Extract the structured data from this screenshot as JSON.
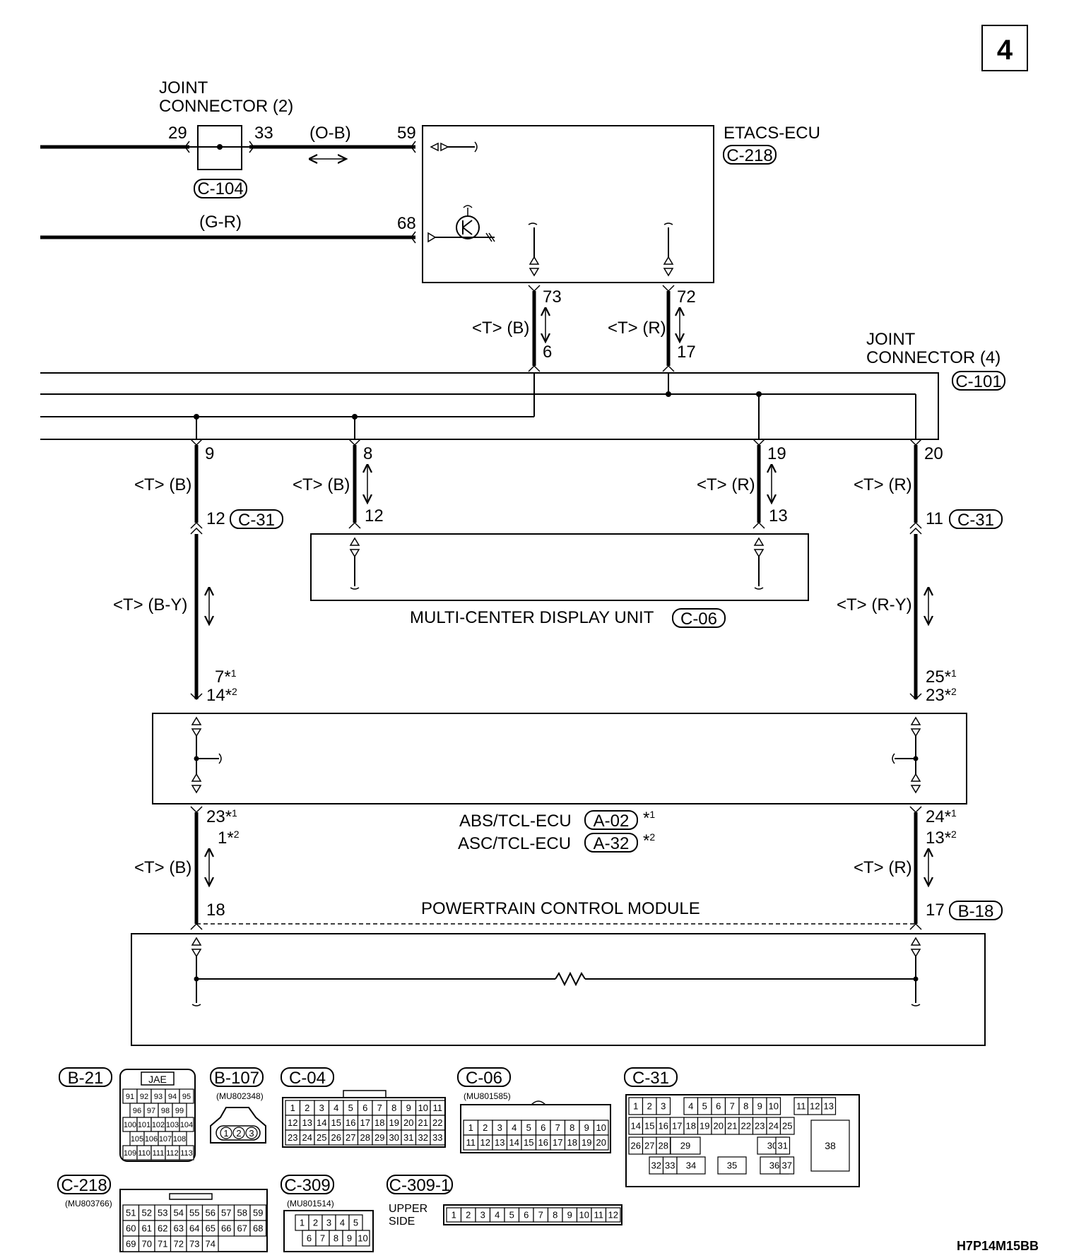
{
  "page_number": "4",
  "figure_code": "H7P14M15BB",
  "joint_connector_2": {
    "label_line1": "JOINT",
    "label_line2": "CONNECTOR (2)",
    "code": "C-104",
    "pin_left": "29",
    "pin_right": "33"
  },
  "joint_connector_4": {
    "label_line1": "JOINT",
    "label_line2": "CONNECTOR (4)",
    "code": "C-101"
  },
  "etacs": {
    "label": "ETACS-ECU",
    "code": "C-218",
    "pin_59": "59",
    "pin_68": "68",
    "pin_73": "73",
    "pin_72": "72"
  },
  "wire_colors": {
    "ob": "(O-B)",
    "gr": "(G-R)",
    "tb": "<T> (B)",
    "tr": "<T> (R)",
    "tby": "<T> (B-Y)",
    "try": "<T> (R-Y)"
  },
  "pins": {
    "p6": "6",
    "p17": "17",
    "p9": "9",
    "p8": "8",
    "p19": "19",
    "p20": "20",
    "p12a": "12",
    "p12b": "12",
    "p13": "13",
    "p11": "11",
    "p7": "7",
    "p14": "14",
    "p25": "25",
    "p23": "23",
    "p23b": "23",
    "p1": "1",
    "p24": "24",
    "p13b": "13",
    "p18": "18",
    "p17b": "17"
  },
  "marks": {
    "star": "*",
    "one": "1",
    "two": "2"
  },
  "c31": "C-31",
  "mcdu": {
    "label": "MULTI-CENTER DISPLAY UNIT",
    "code": "C-06"
  },
  "abs": {
    "label": "ABS/TCL-ECU",
    "code": "A-02"
  },
  "asc": {
    "label": "ASC/TCL-ECU",
    "code": "A-32"
  },
  "pcm": {
    "label": "POWERTRAIN CONTROL MODULE",
    "code": "B-18"
  },
  "connectors": {
    "b21": {
      "code": "B-21",
      "maker": "JAE",
      "rows": [
        [
          "91",
          "92",
          "93",
          "94",
          "95"
        ],
        [
          "96",
          "97",
          "98",
          "99"
        ],
        [
          "100",
          "101",
          "102",
          "103",
          "104"
        ],
        [
          "105",
          "106",
          "107",
          "108"
        ],
        [
          "109",
          "110",
          "111",
          "112",
          "113"
        ]
      ]
    },
    "b107": {
      "code": "B-107",
      "part": "(MU802348)",
      "pins": [
        "1",
        "2",
        "3"
      ]
    },
    "c04": {
      "code": "C-04",
      "rows": [
        [
          "1",
          "2",
          "3",
          "4",
          "5",
          "6",
          "7",
          "8",
          "9",
          "10",
          "11"
        ],
        [
          "12",
          "13",
          "14",
          "15",
          "16",
          "17",
          "18",
          "19",
          "20",
          "21",
          "22"
        ],
        [
          "23",
          "24",
          "25",
          "26",
          "27",
          "28",
          "29",
          "30",
          "31",
          "32",
          "33"
        ]
      ]
    },
    "c06": {
      "code": "C-06",
      "part": "(MU801585)",
      "rows": [
        [
          "1",
          "2",
          "3",
          "4",
          "5",
          "6",
          "7",
          "8",
          "9",
          "10"
        ],
        [
          "11",
          "12",
          "13",
          "14",
          "15",
          "16",
          "17",
          "18",
          "19",
          "20"
        ]
      ]
    },
    "c31": {
      "code": "C-31",
      "row1": [
        "1",
        "2",
        "3",
        "4",
        "5",
        "6",
        "7",
        "8",
        "9",
        "10",
        "11",
        "12",
        "13"
      ],
      "row2": [
        "14",
        "15",
        "16",
        "17",
        "18",
        "19",
        "20",
        "21",
        "22",
        "23",
        "24",
        "25"
      ],
      "row3": [
        "26",
        "27",
        "28",
        "29",
        "30",
        "31"
      ],
      "row4": [
        "32",
        "33",
        "34",
        "35",
        "36",
        "37"
      ],
      "big": "38"
    },
    "c218": {
      "code": "C-218",
      "part": "(MU803766)",
      "rows": [
        [
          "51",
          "52",
          "53",
          "54",
          "55",
          "56",
          "57",
          "58",
          "59"
        ],
        [
          "60",
          "61",
          "62",
          "63",
          "64",
          "65",
          "66",
          "67",
          "68"
        ],
        [
          "69",
          "70",
          "71",
          "72",
          "73",
          "74"
        ]
      ]
    },
    "c309": {
      "code": "C-309",
      "part": "(MU801514)",
      "rows": [
        [
          "1",
          "2",
          "3",
          "4",
          "5"
        ],
        [
          "6",
          "7",
          "8",
          "9",
          "10"
        ]
      ]
    },
    "c3091": {
      "code": "C-309-1",
      "side_line1": "UPPER",
      "side_line2": "SIDE",
      "pins": [
        "1",
        "2",
        "3",
        "4",
        "5",
        "6",
        "7",
        "8",
        "9",
        "10",
        "11",
        "12"
      ]
    }
  }
}
